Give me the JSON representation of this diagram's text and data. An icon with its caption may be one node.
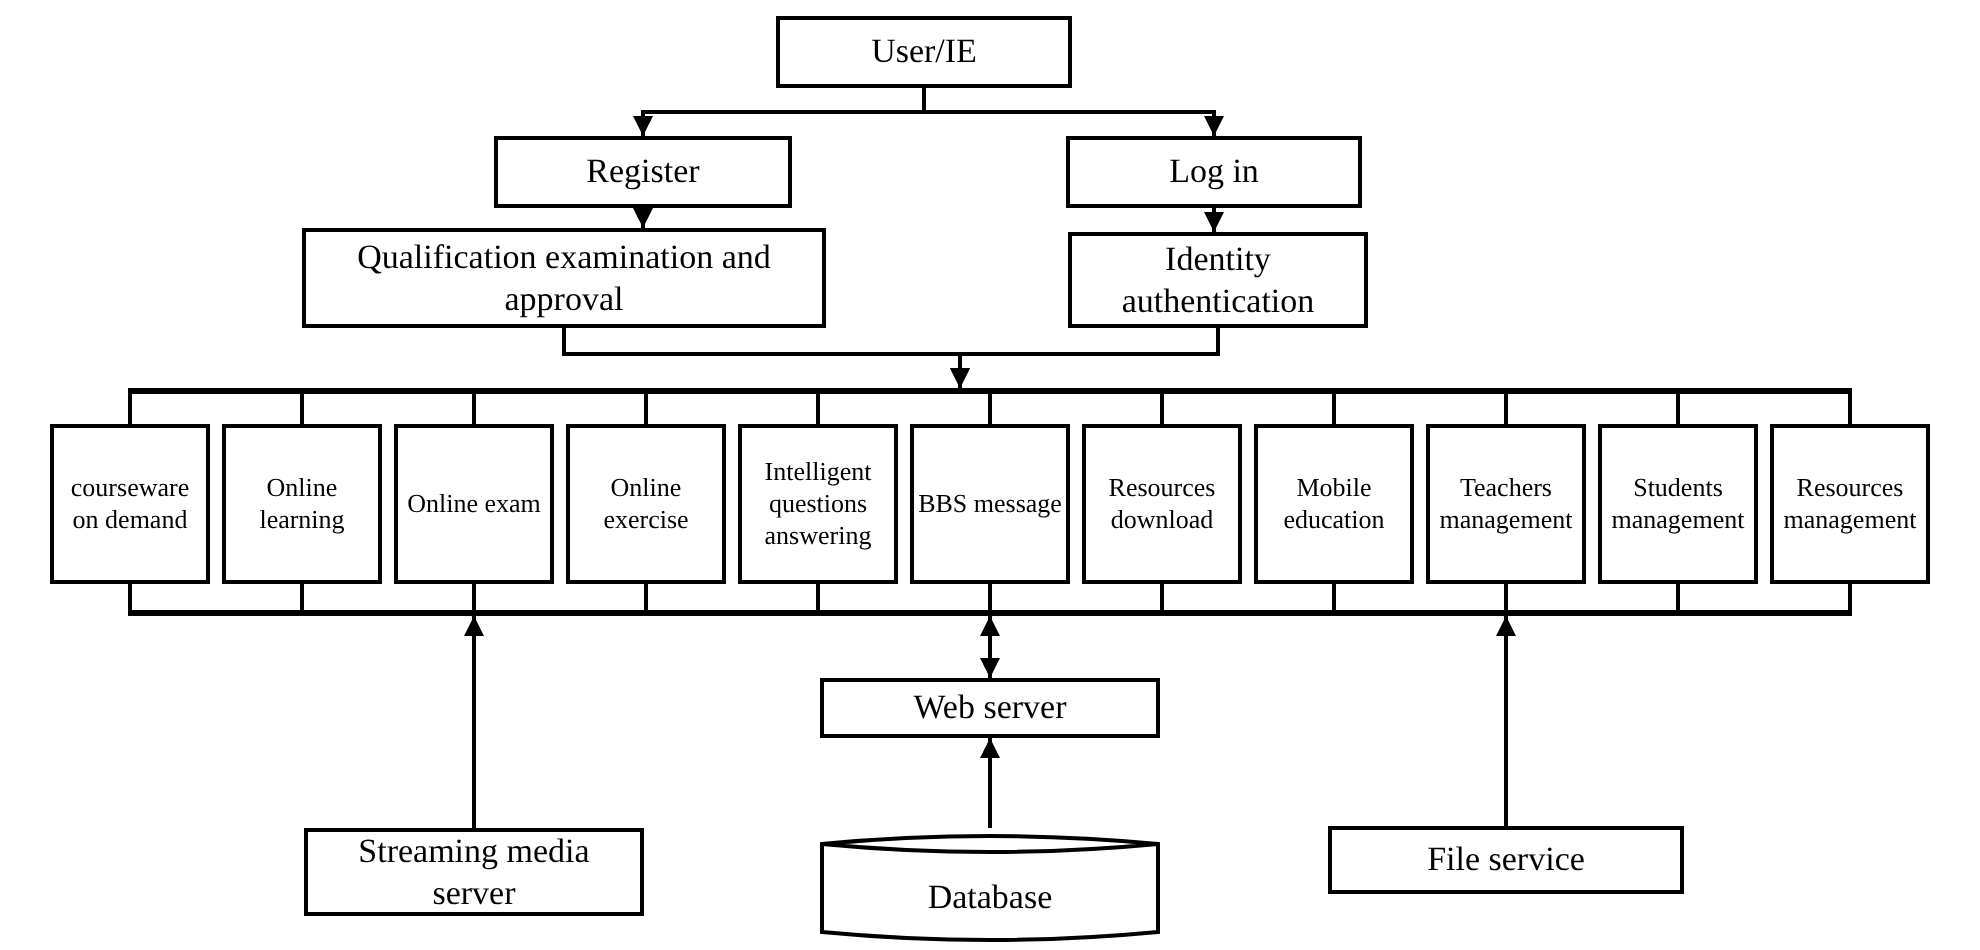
{
  "diagram": {
    "nodes": [
      {
        "text": [
          "User/IE"
        ]
      },
      {
        "text": [
          "Register"
        ]
      },
      {
        "text": [
          "Log in"
        ]
      },
      {
        "text": [
          "Qualification examination and approval"
        ]
      },
      {
        "text": [
          "Identity authentication"
        ]
      },
      {
        "text": [
          "courseware on demand"
        ]
      },
      {
        "text": [
          "Online learning"
        ]
      },
      {
        "text": [
          "Online exam"
        ]
      },
      {
        "text": [
          "Online exercise"
        ]
      },
      {
        "text": [
          "Intelligent questions answering"
        ]
      },
      {
        "text": [
          "BBS message"
        ]
      },
      {
        "text": [
          "Resources download"
        ]
      },
      {
        "text": [
          "Mobile education"
        ]
      },
      {
        "text": [
          "Teachers management"
        ]
      },
      {
        "text": [
          "Students management"
        ]
      },
      {
        "text": [
          "Resources management"
        ]
      },
      {
        "text": [
          "Web server"
        ]
      },
      {
        "text": [
          "Streaming media server"
        ]
      },
      {
        "text": [
          "Database"
        ]
      },
      {
        "text": [
          "File service"
        ]
      },
      {
        "text": [],
        "shape": "bar"
      },
      {
        "text": [],
        "shape": "bar"
      }
    ],
    "edges": [
      {
        "from": 0,
        "to": 1,
        "arrow": "to"
      },
      {
        "from": 0,
        "to": 2,
        "arrow": "to"
      },
      {
        "from": 1,
        "to": 3,
        "arrow": "to"
      },
      {
        "from": 2,
        "to": 4,
        "arrow": "to"
      },
      {
        "from": 3,
        "to": 20,
        "arrow": "to"
      },
      {
        "from": 4,
        "to": 20,
        "arrow": "to"
      },
      {
        "from": 20,
        "to": 5,
        "arrow": "none"
      },
      {
        "from": 20,
        "to": 6,
        "arrow": "none"
      },
      {
        "from": 20,
        "to": 7,
        "arrow": "none"
      },
      {
        "from": 20,
        "to": 8,
        "arrow": "none"
      },
      {
        "from": 20,
        "to": 9,
        "arrow": "none"
      },
      {
        "from": 20,
        "to": 10,
        "arrow": "none"
      },
      {
        "from": 20,
        "to": 11,
        "arrow": "none"
      },
      {
        "from": 20,
        "to": 12,
        "arrow": "none"
      },
      {
        "from": 20,
        "to": 13,
        "arrow": "none"
      },
      {
        "from": 20,
        "to": 14,
        "arrow": "none"
      },
      {
        "from": 20,
        "to": 15,
        "arrow": "none"
      },
      {
        "from": 5,
        "to": 21,
        "arrow": "none"
      },
      {
        "from": 6,
        "to": 21,
        "arrow": "none"
      },
      {
        "from": 7,
        "to": 21,
        "arrow": "none"
      },
      {
        "from": 8,
        "to": 21,
        "arrow": "none"
      },
      {
        "from": 9,
        "to": 21,
        "arrow": "none"
      },
      {
        "from": 10,
        "to": 21,
        "arrow": "none"
      },
      {
        "from": 11,
        "to": 21,
        "arrow": "none"
      },
      {
        "from": 12,
        "to": 21,
        "arrow": "none"
      },
      {
        "from": 13,
        "to": 21,
        "arrow": "none"
      },
      {
        "from": 14,
        "to": 21,
        "arrow": "none"
      },
      {
        "from": 15,
        "to": 21,
        "arrow": "none"
      },
      {
        "from": 17,
        "to": 21,
        "arrow": "to"
      },
      {
        "from": 16,
        "to": 21,
        "arrow": "both"
      },
      {
        "from": 18,
        "to": 16,
        "arrow": "to"
      },
      {
        "from": 19,
        "to": 21,
        "arrow": "to"
      }
    ]
  }
}
